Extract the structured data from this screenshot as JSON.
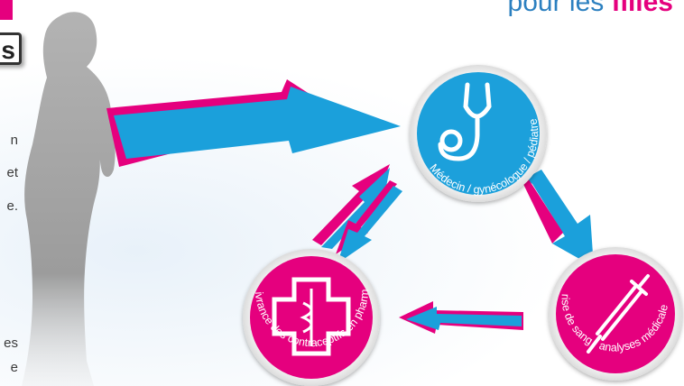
{
  "header": {
    "tagline_start": "pour les ",
    "tagline_bold": "filles"
  },
  "left_panel": {
    "tab_word": "s",
    "text_fragments": [
      "n",
      "et",
      "e.",
      "es",
      "e"
    ]
  },
  "diagram": {
    "nodes": [
      {
        "id": "doctor",
        "label": "Médecin / gynécologue / pédiatre",
        "icon": "stethoscope-icon",
        "color": "#1ba0db"
      },
      {
        "id": "pharmacy",
        "label": "Délivrance des contraceptifs en pharmacie",
        "icon": "pharmacy-cross-icon",
        "color": "#e5007e"
      },
      {
        "id": "lab",
        "label": "Prise de sang / analyses médicales",
        "icon": "syringe-icon",
        "color": "#e5007e"
      }
    ],
    "colors": {
      "blue": "#1ba0db",
      "pink": "#e5007e",
      "silhouette": "#a6a6a6"
    }
  }
}
